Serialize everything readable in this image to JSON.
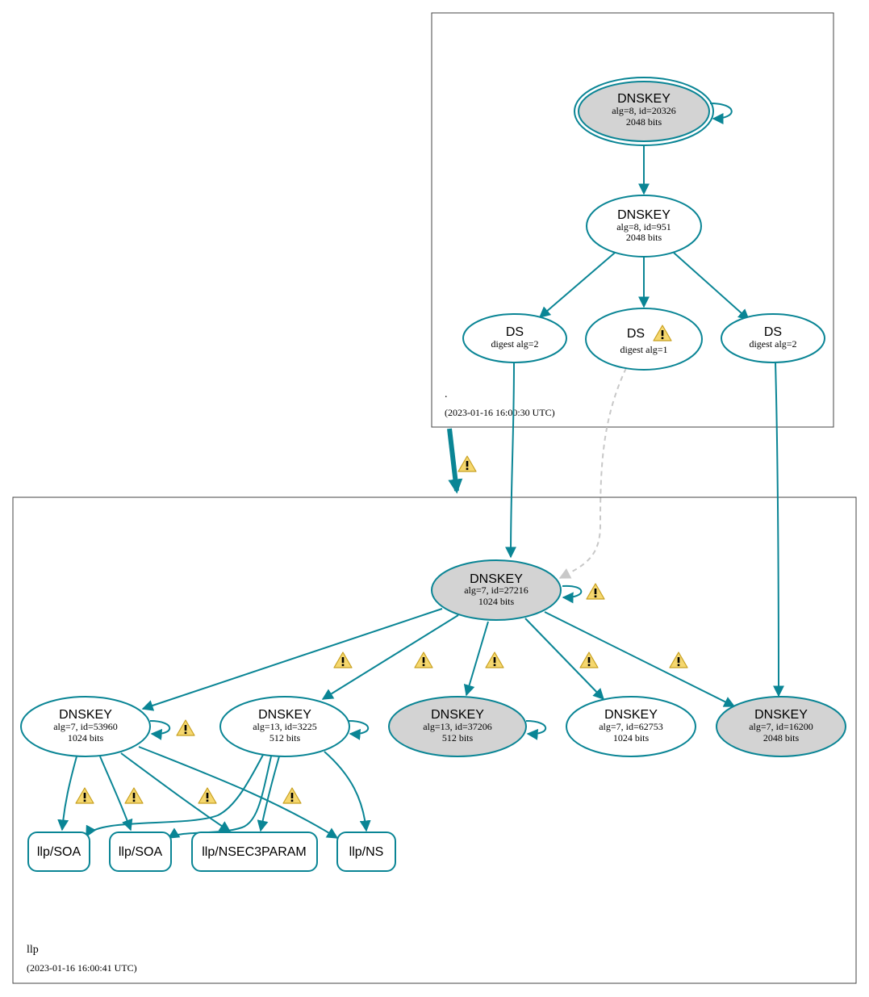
{
  "colors": {
    "edge": "#0a8595",
    "node_fill_grey": "#d3d3d3",
    "warning": "#f2c94c",
    "dashed": "#c8c8c8"
  },
  "root_zone": {
    "name": ".",
    "timestamp": "(2023-01-16 16:00:30 UTC)",
    "ksk": {
      "title": "DNSKEY",
      "alg": "alg=8, id=20326",
      "bits": "2048 bits"
    },
    "zsk": {
      "title": "DNSKEY",
      "alg": "alg=8, id=951",
      "bits": "2048 bits"
    },
    "ds": [
      {
        "title": "DS",
        "digest": "digest alg=2"
      },
      {
        "title": "DS",
        "digest": "digest alg=1"
      },
      {
        "title": "DS",
        "digest": "digest alg=2"
      }
    ]
  },
  "llp_zone": {
    "name": "llp",
    "timestamp": "(2023-01-16 16:00:41 UTC)",
    "ksk": {
      "title": "DNSKEY",
      "alg": "alg=7, id=27216",
      "bits": "1024 bits"
    },
    "keys": [
      {
        "title": "DNSKEY",
        "alg": "alg=7, id=53960",
        "bits": "1024 bits"
      },
      {
        "title": "DNSKEY",
        "alg": "alg=13, id=3225",
        "bits": "512 bits"
      },
      {
        "title": "DNSKEY",
        "alg": "alg=13, id=37206",
        "bits": "512 bits"
      },
      {
        "title": "DNSKEY",
        "alg": "alg=7, id=62753",
        "bits": "1024 bits"
      },
      {
        "title": "DNSKEY",
        "alg": "alg=7, id=16200",
        "bits": "2048 bits"
      }
    ],
    "rrsets": [
      "llp/SOA",
      "llp/SOA",
      "llp/NSEC3PARAM",
      "llp/NS"
    ]
  }
}
